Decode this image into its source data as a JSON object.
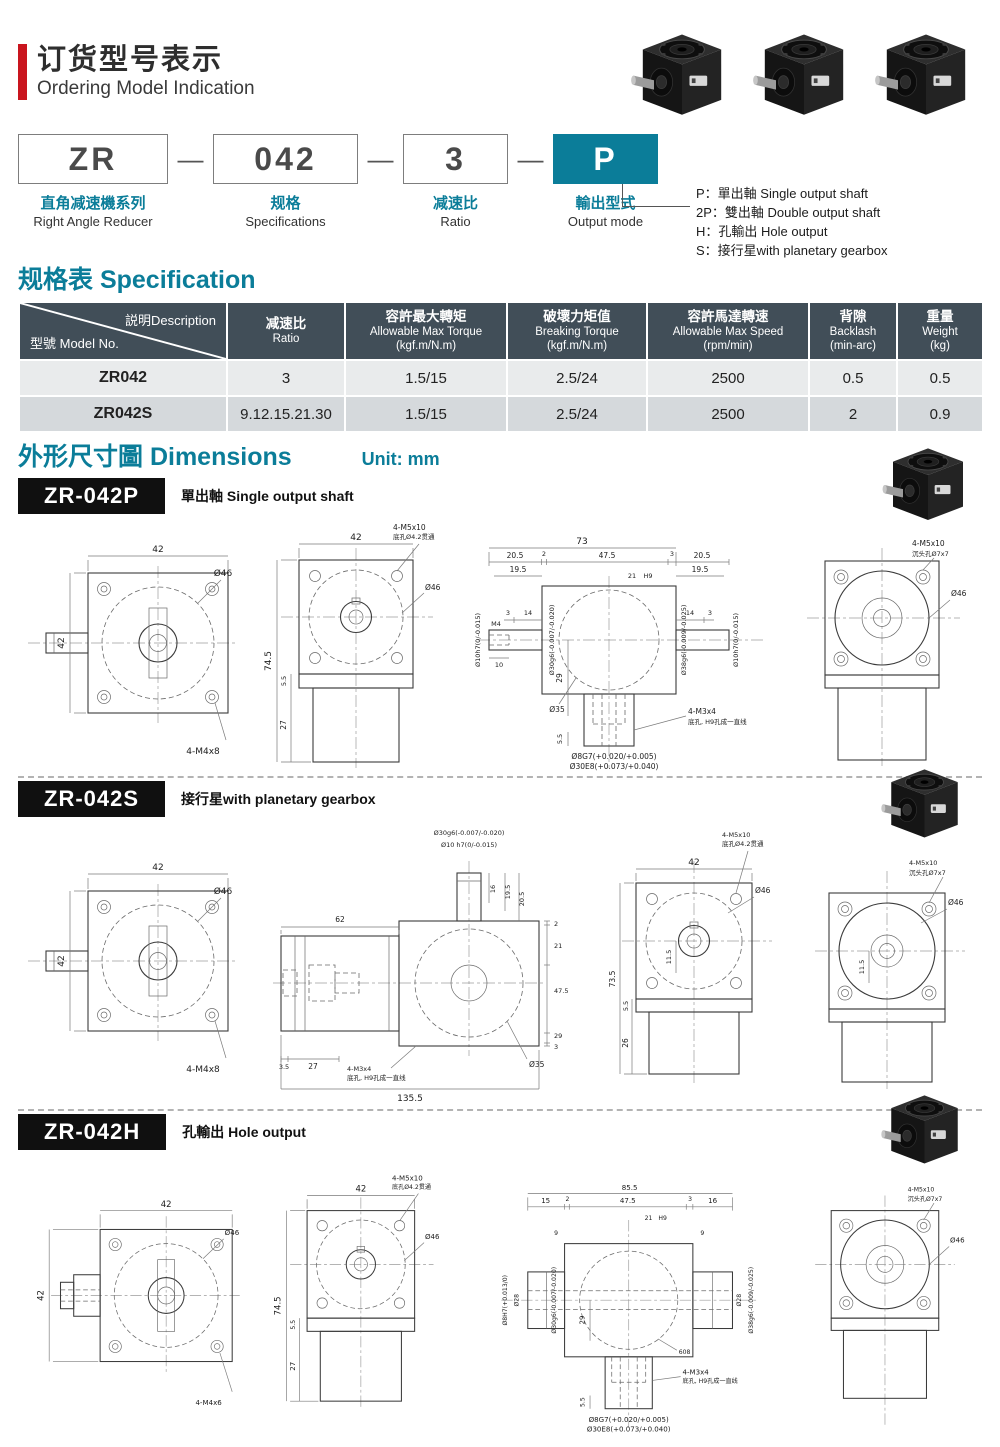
{
  "page": {
    "accent_teal": "#0b7d99",
    "accent_red": "#c9151e",
    "table_header_bg": "#414e58",
    "badge_bg": "#101010"
  },
  "ordering": {
    "title_zh": "订货型号表示",
    "title_en": "Ordering Model Indication",
    "separator": "—",
    "code_segments": [
      {
        "code": "ZR",
        "label_zh": "直角减速機系列",
        "label_en": "Right Angle Reducer"
      },
      {
        "code": "042",
        "label_zh": "规格",
        "label_en": "Specifications"
      },
      {
        "code": "3",
        "label_zh": "减速比",
        "label_en": "Ratio"
      },
      {
        "code": "P",
        "label_zh": "輸出型式",
        "label_en": "Output mode"
      }
    ],
    "output_modes": [
      "P：單出軸 Single output shaft",
      "2P：雙出軸 Double output shaft",
      "H：孔輸出 Hole output",
      "S：接行星with planetary gearbox"
    ]
  },
  "specification": {
    "title": "规格表 Specification",
    "columns": {
      "c1a": "説明Description",
      "c1b": "型號 Model No.",
      "c2": "减速比",
      "c2b": "Ratio",
      "c3": "容許最大轉矩",
      "c3b": "Allowable Max Torque",
      "c3c": "(kgf.m/N.m)",
      "c4": "破壞力矩值",
      "c4b": "Breaking Torque",
      "c4c": "(kgf.m/N.m)",
      "c5": "容許馬達轉速",
      "c5b": "Allowable Max Speed",
      "c5c": "(rpm/min)",
      "c6": "背隙",
      "c6b": "Backlash",
      "c6c": "(min-arc)",
      "c7": "重量",
      "c7b": "Weight",
      "c7c": "(kg)"
    },
    "rows": [
      {
        "model": "ZR042",
        "ratio": "3",
        "torque": "1.5/15",
        "breaking": "2.5/24",
        "speed": "2500",
        "backlash": "0.5",
        "weight": "0.5"
      },
      {
        "model": "ZR042S",
        "ratio": "9.12.15.21.30",
        "torque": "1.5/15",
        "breaking": "2.5/24",
        "speed": "2500",
        "backlash": "2",
        "weight": "0.9"
      }
    ]
  },
  "dimensions": {
    "title": "外形尺寸圖 Dimensions",
    "unit": "Unit: mm",
    "sections": [
      {
        "model": "ZR-042P",
        "subtitle": "單出軸 Single output shaft"
      },
      {
        "model": "ZR-042S",
        "subtitle": "接行星with planetary gearbox"
      },
      {
        "model": "ZR-042H",
        "subtitle": "孔輸出 Hole output"
      }
    ]
  },
  "dims": {
    "p1": {
      "w": "42",
      "h": "42",
      "dia": "Ø46",
      "bolt": "4-M4x8"
    },
    "p2": {
      "w": "42",
      "note1": "4-M5x10",
      "note2": "底孔Ø4.2贯通",
      "dia": "Ø46",
      "total": "74.5",
      "step": "5.5",
      "body": "27"
    },
    "p3": {
      "total": "73",
      "s1": "20.5",
      "s2": "2",
      "s3": "47.5",
      "s4": "3",
      "s5": "20.5",
      "l195": "19.5",
      "r195": "19.5",
      "l3": "3",
      "l14": "14",
      "r14": "14",
      "r3": "3",
      "m4": "M4",
      "m4d": "10",
      "key": "21",
      "h9": "H9",
      "d30": "Ø30g6(-0.007/-0.020)",
      "d10l": "Ø10h7(0/-0.015)",
      "d10r": "Ø10h7(0/-0.015)",
      "d38": "Ø38g6(-0.009/-0.025)",
      "d35": "Ø35",
      "v29": "29",
      "v55": "5.5",
      "d8": "Ø8G7(+0.020/+0.005)",
      "d30e8": "Ø30E8(+0.073/+0.040)",
      "note1": "4-M3x4",
      "note2": "底孔, H9孔成一直线"
    },
    "p4": {
      "note1": "4-M5x10",
      "note2": "沉头孔Ø7x7",
      "dia": "Ø46"
    },
    "s1": {
      "w": "42",
      "h": "42",
      "dia": "Ø46",
      "bolt": "4-M4x8"
    },
    "s2": {
      "w62": "62",
      "dtop": "Ø30g6(-0.007/-0.020)",
      "d10": "Ø10 h7(0/-0.015)",
      "v16": "16",
      "v195": "19.5",
      "v205": "20.5",
      "r2": "2",
      "r21": "21",
      "r475": "47.5",
      "r29": "29",
      "r3": "3",
      "d35": "Ø35",
      "b35": "3.5",
      "b27": "27",
      "total": "135.5",
      "note1": "4-M3x4",
      "note2": "底孔, H9孔成一直线"
    },
    "s3": {
      "w": "42",
      "dia": "Ø46",
      "c": "11.5",
      "note1": "4-M5x10",
      "note2": "底孔Ø4.2贯通",
      "total": "73.5",
      "step": "5.5",
      "body": "26"
    },
    "s4": {
      "note1": "4-M5x10",
      "note2": "沉头孔Ø7x7",
      "dia": "Ø46",
      "c": "11.5"
    },
    "h1": {
      "w": "42",
      "h": "42",
      "dia": "Ø46",
      "bolt": "4-M4x6"
    },
    "h2": {
      "w": "42",
      "note1": "4-M5x10",
      "note2": "底孔Ø4.2贯通",
      "dia": "Ø46",
      "total": "74.5",
      "step": "5.5",
      "body": "27"
    },
    "h3": {
      "total": "85.5",
      "s1": "15",
      "s2": "2",
      "s3": "47.5",
      "s4": "3",
      "s5": "16",
      "key": "21",
      "h9": "H9",
      "l9": "9",
      "r9": "9",
      "d8h7": "Ø8H7(+0.013/0)",
      "d28l": "Ø28",
      "d30": "Ø30g6(-0.007/-0.020)",
      "d28r": "Ø28",
      "d38": "Ø38g6(-0.009/-0.025)",
      "brg": "608",
      "v29": "29",
      "v55": "5.5",
      "d8": "Ø8G7(+0.020/+0.005)",
      "d30e8": "Ø30E8(+0.073/+0.040)",
      "note1": "4-M3x4",
      "note2": "底孔, H9孔成一直线"
    },
    "h4": {
      "note1": "4-M5x10",
      "note2": "沉头孔Ø7x7",
      "dia": "Ø46"
    }
  }
}
